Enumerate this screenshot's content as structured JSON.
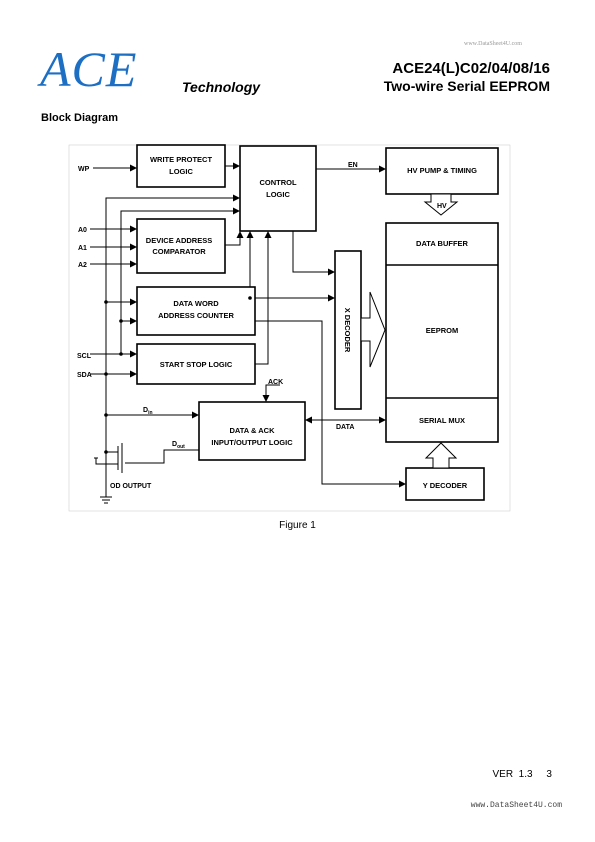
{
  "header": {
    "logo": "ACE",
    "subtitle": "Technology",
    "product": "ACE24(L)C02/04/08/16",
    "description": "Two-wire Serial EEPROM",
    "watermark_top": "www.DataSheet4U.com"
  },
  "section_title": "Block Diagram",
  "diagram": {
    "blocks": {
      "write_protect": [
        "WRITE PROTECT",
        "LOGIC"
      ],
      "control": [
        "CONTROL",
        "LOGIC"
      ],
      "hv_pump": "HV PUMP & TIMING",
      "device_addr": [
        "DEVICE ADDRESS",
        "COMPARATOR"
      ],
      "data_word": [
        "DATA WORD",
        "ADDRESS COUNTER"
      ],
      "start_stop": "START STOP LOGIC",
      "data_ack": [
        "DATA & ACK",
        "INPUT/OUTPUT LOGIC"
      ],
      "x_decoder": "X DECODER",
      "data_buffer": "DATA BUFFER",
      "eeprom": "EEPROM",
      "serial_mux": "SERIAL MUX",
      "y_decoder": "Y DECODER"
    },
    "pins": {
      "wp": "WP",
      "a0": "A0",
      "a1": "A1",
      "a2": "A2",
      "scl": "SCL",
      "sda": "SDA",
      "od_output": "OD OUTPUT"
    },
    "signals": {
      "en": "EN",
      "hv": "HV",
      "ack": "ACK",
      "data": "DATA",
      "din_main": "D",
      "din_sub": "in",
      "dout_main": "D",
      "dout_sub": "out"
    }
  },
  "figure_caption": "Figure 1",
  "footer": {
    "version": "VER  1.3     3",
    "watermark_bottom": "www.DataSheet4U.com"
  }
}
